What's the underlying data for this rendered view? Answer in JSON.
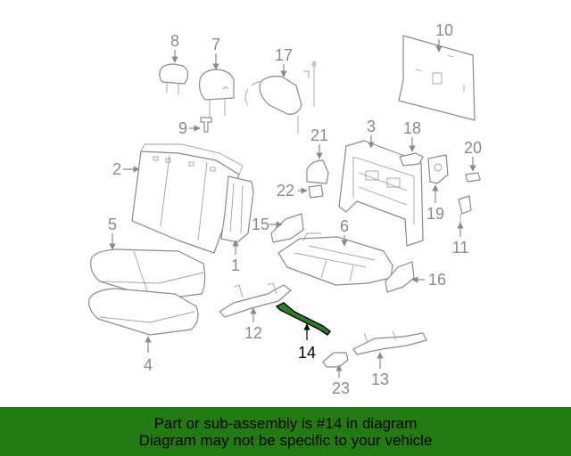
{
  "diagram": {
    "callouts": [
      {
        "id": "1",
        "active": false
      },
      {
        "id": "2",
        "active": false
      },
      {
        "id": "3",
        "active": false
      },
      {
        "id": "4",
        "active": false
      },
      {
        "id": "5",
        "active": false
      },
      {
        "id": "6",
        "active": false
      },
      {
        "id": "7",
        "active": false
      },
      {
        "id": "8",
        "active": false
      },
      {
        "id": "9",
        "active": false
      },
      {
        "id": "10",
        "active": false
      },
      {
        "id": "11",
        "active": false
      },
      {
        "id": "12",
        "active": false
      },
      {
        "id": "13",
        "active": false
      },
      {
        "id": "14",
        "active": true
      },
      {
        "id": "15",
        "active": false
      },
      {
        "id": "16",
        "active": false
      },
      {
        "id": "17",
        "active": false
      },
      {
        "id": "18",
        "active": false
      },
      {
        "id": "19",
        "active": false
      },
      {
        "id": "20",
        "active": false
      },
      {
        "id": "21",
        "active": false
      },
      {
        "id": "22",
        "active": false
      },
      {
        "id": "23",
        "active": false
      }
    ],
    "colors": {
      "line_art": "#8a8a8a",
      "highlighted_part": "#2e7d2e",
      "banner_background": "#247a12",
      "banner_text": "#000000"
    }
  },
  "banner": {
    "line1": "Part or sub-assembly is #14 in diagram",
    "line2": "Diagram may not be specific to your vehicle"
  }
}
